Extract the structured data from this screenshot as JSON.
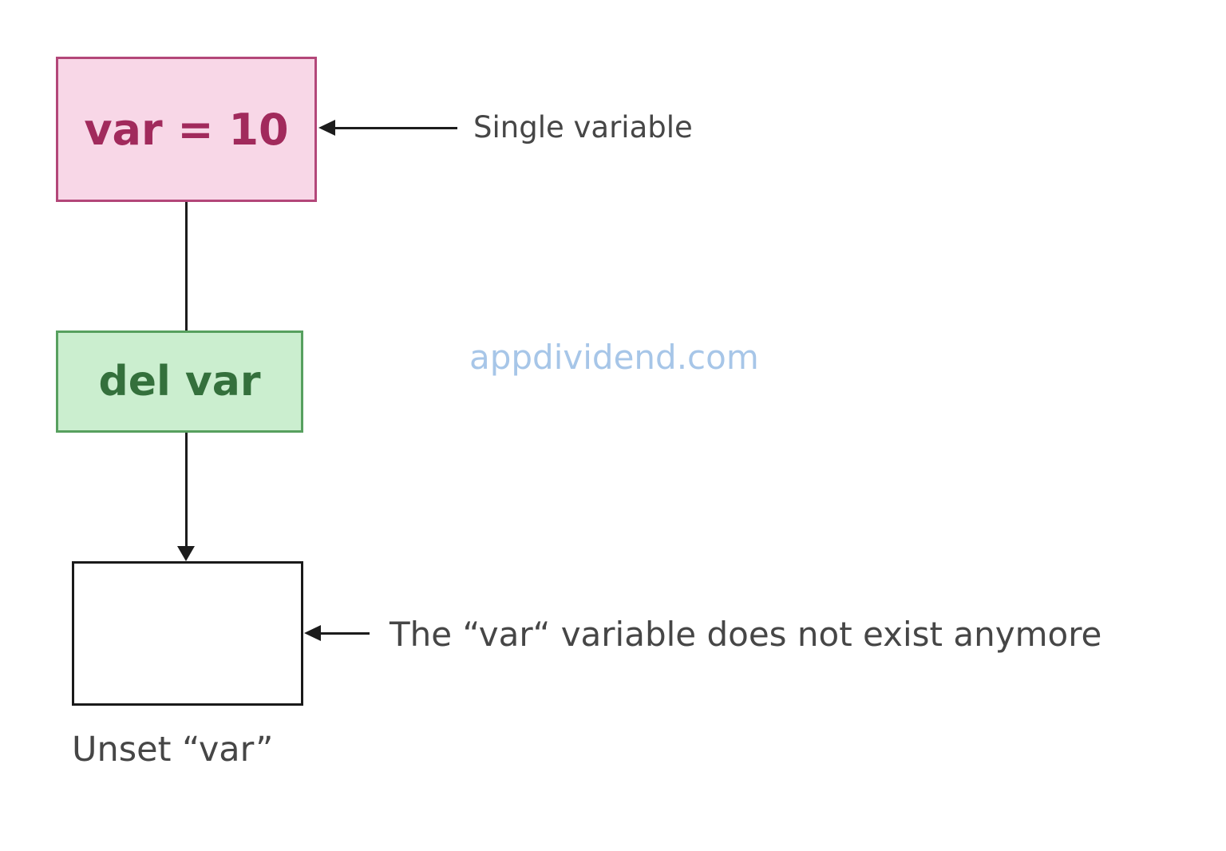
{
  "nodes": {
    "var_box": {
      "label": "var = 10"
    },
    "del_box": {
      "label": "del var"
    },
    "empty_box": {
      "label": ""
    }
  },
  "captions": {
    "single_variable": "Single variable",
    "not_exist": "The “var“ variable does not exist anymore",
    "unset_var": "Unset “var”"
  },
  "watermark": "appdividend.com",
  "colors": {
    "background": "#ffffff",
    "var_fill": "#f8d7e7",
    "var_border": "#b34779",
    "var_text": "#a12a5c",
    "del_fill": "#cbeecf",
    "del_border": "#57a05f",
    "del_text": "#34703c",
    "empty_border": "#1a1a1a",
    "arrow": "#1c1c1c",
    "caption_text": "#464646",
    "watermark": "#a7c6e8"
  }
}
